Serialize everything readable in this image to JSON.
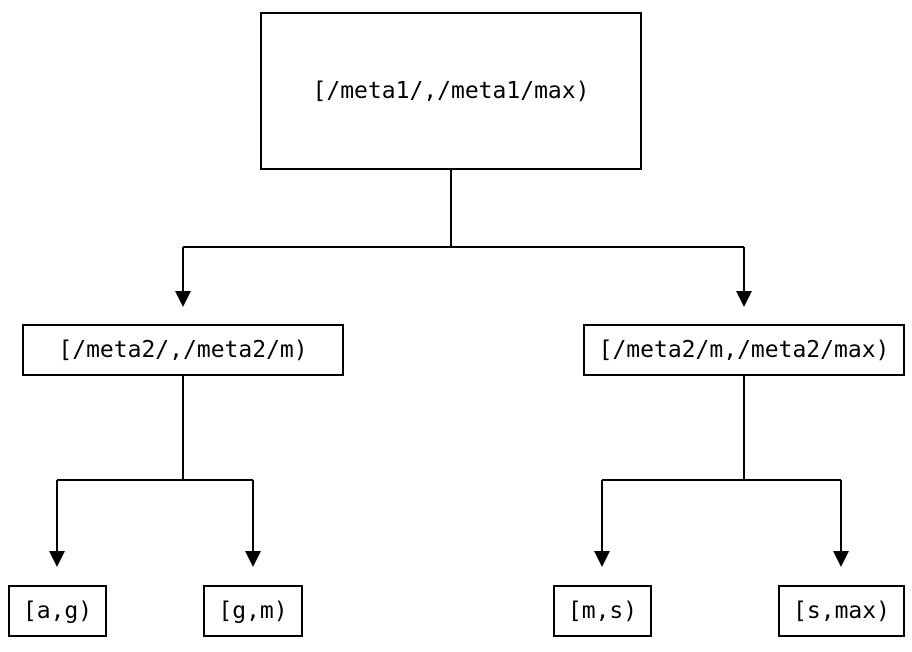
{
  "colors": {
    "background": "#ffffff",
    "line": "#000000",
    "text": "#000000",
    "node_border": "#000000",
    "node_fill": "#ffffff"
  },
  "tree": {
    "root": {
      "label": "[/meta1/,/meta1/max)"
    },
    "children": [
      {
        "label": "[/meta2/,/meta2/m)",
        "children": [
          {
            "label": "[a,g)"
          },
          {
            "label": "[g,m)"
          }
        ]
      },
      {
        "label": "[/meta2/m,/meta2/max)",
        "children": [
          {
            "label": "[m,s)"
          },
          {
            "label": "[s,max)"
          }
        ]
      }
    ]
  }
}
